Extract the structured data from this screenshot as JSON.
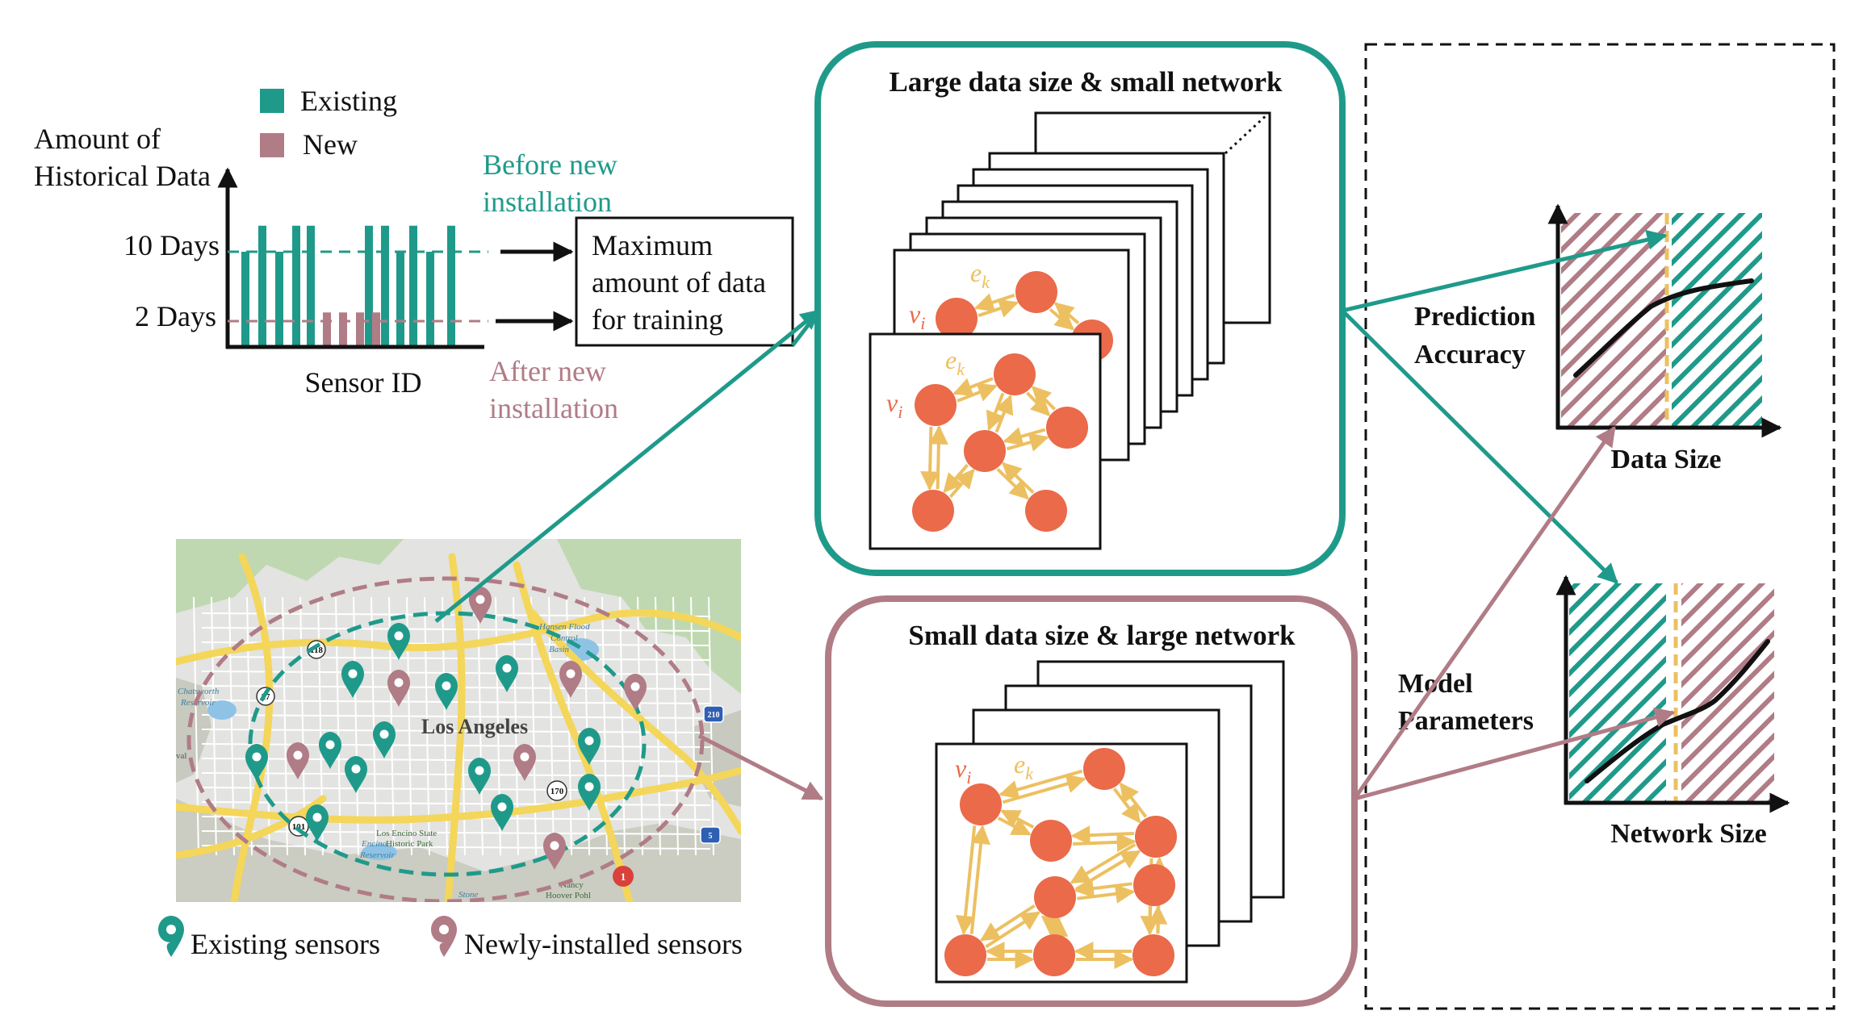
{
  "colors": {
    "teal": "#1f9a8a",
    "mauve": "#b07c86",
    "node": "#ea6a4a",
    "edge": "#ecc061",
    "map_bg": "#e3e3e1",
    "map_road": "#f4d65a",
    "map_green": "#b9d6a8"
  },
  "bar_chart": {
    "ylabel_line1": "Amount of",
    "ylabel_line2": "Historical Data",
    "xlabel": "Sensor ID",
    "tick_10": "10 Days",
    "tick_2": "2 Days",
    "legend_existing": "Existing",
    "legend_new": "New",
    "before_line1": "Before new",
    "before_line2": "installation",
    "after_line1": "After new",
    "after_line2": "installation"
  },
  "chart_data": {
    "type": "bar",
    "title": "",
    "xlabel": "Sensor ID",
    "ylabel": "Amount of Historical Data",
    "y_ticks": [
      "2 Days",
      "10 Days"
    ],
    "series": [
      {
        "name": "Existing",
        "values": [
          10,
          13,
          10,
          13,
          13,
          13,
          13,
          10,
          13,
          10,
          13
        ]
      },
      {
        "name": "New",
        "values": [
          3,
          3,
          3,
          3
        ]
      }
    ]
  },
  "max_box": {
    "line1": "Maximum",
    "line2": "amount of data",
    "line3": "for training"
  },
  "top_panel": {
    "title": "Large data size & small network",
    "v_label": "v",
    "v_sub": "i",
    "e_label": "e",
    "e_sub": "k"
  },
  "bottom_panel": {
    "title": "Small data size & large network",
    "v_label": "v",
    "v_sub": "i",
    "e_label": "e",
    "e_sub": "k"
  },
  "map": {
    "city": "Los Angeles",
    "place_chatsworth_1": "Chatsworth",
    "place_chatsworth_2": "Reservoir",
    "place_hansen_1": "Hansen Flood",
    "place_hansen_2": "Control",
    "place_hansen_3": "Basin",
    "place_encino_1": "Los Encino State",
    "place_encino_2": "Historic Park",
    "place_encino_res_1": "Encino",
    "place_encino_res_2": "Reservoir",
    "place_nancy_1": "Nancy",
    "place_nancy_2": "Hoover Pohl",
    "place_stone": "Stone",
    "place_val": "val",
    "shield_118": "118",
    "shield_27": "27",
    "shield_101": "101",
    "shield_170": "170",
    "shield_210": "210",
    "shield_5": "5",
    "marker_1": "1"
  },
  "map_legend": {
    "existing": "Existing sensors",
    "new": "Newly-installed sensors"
  },
  "right_panel": {
    "prediction_line1": "Prediction",
    "prediction_line2": "Accuracy",
    "model_line1": "Model",
    "model_line2": "Parameters",
    "data_size": "Data Size",
    "network_size": "Network Size"
  }
}
